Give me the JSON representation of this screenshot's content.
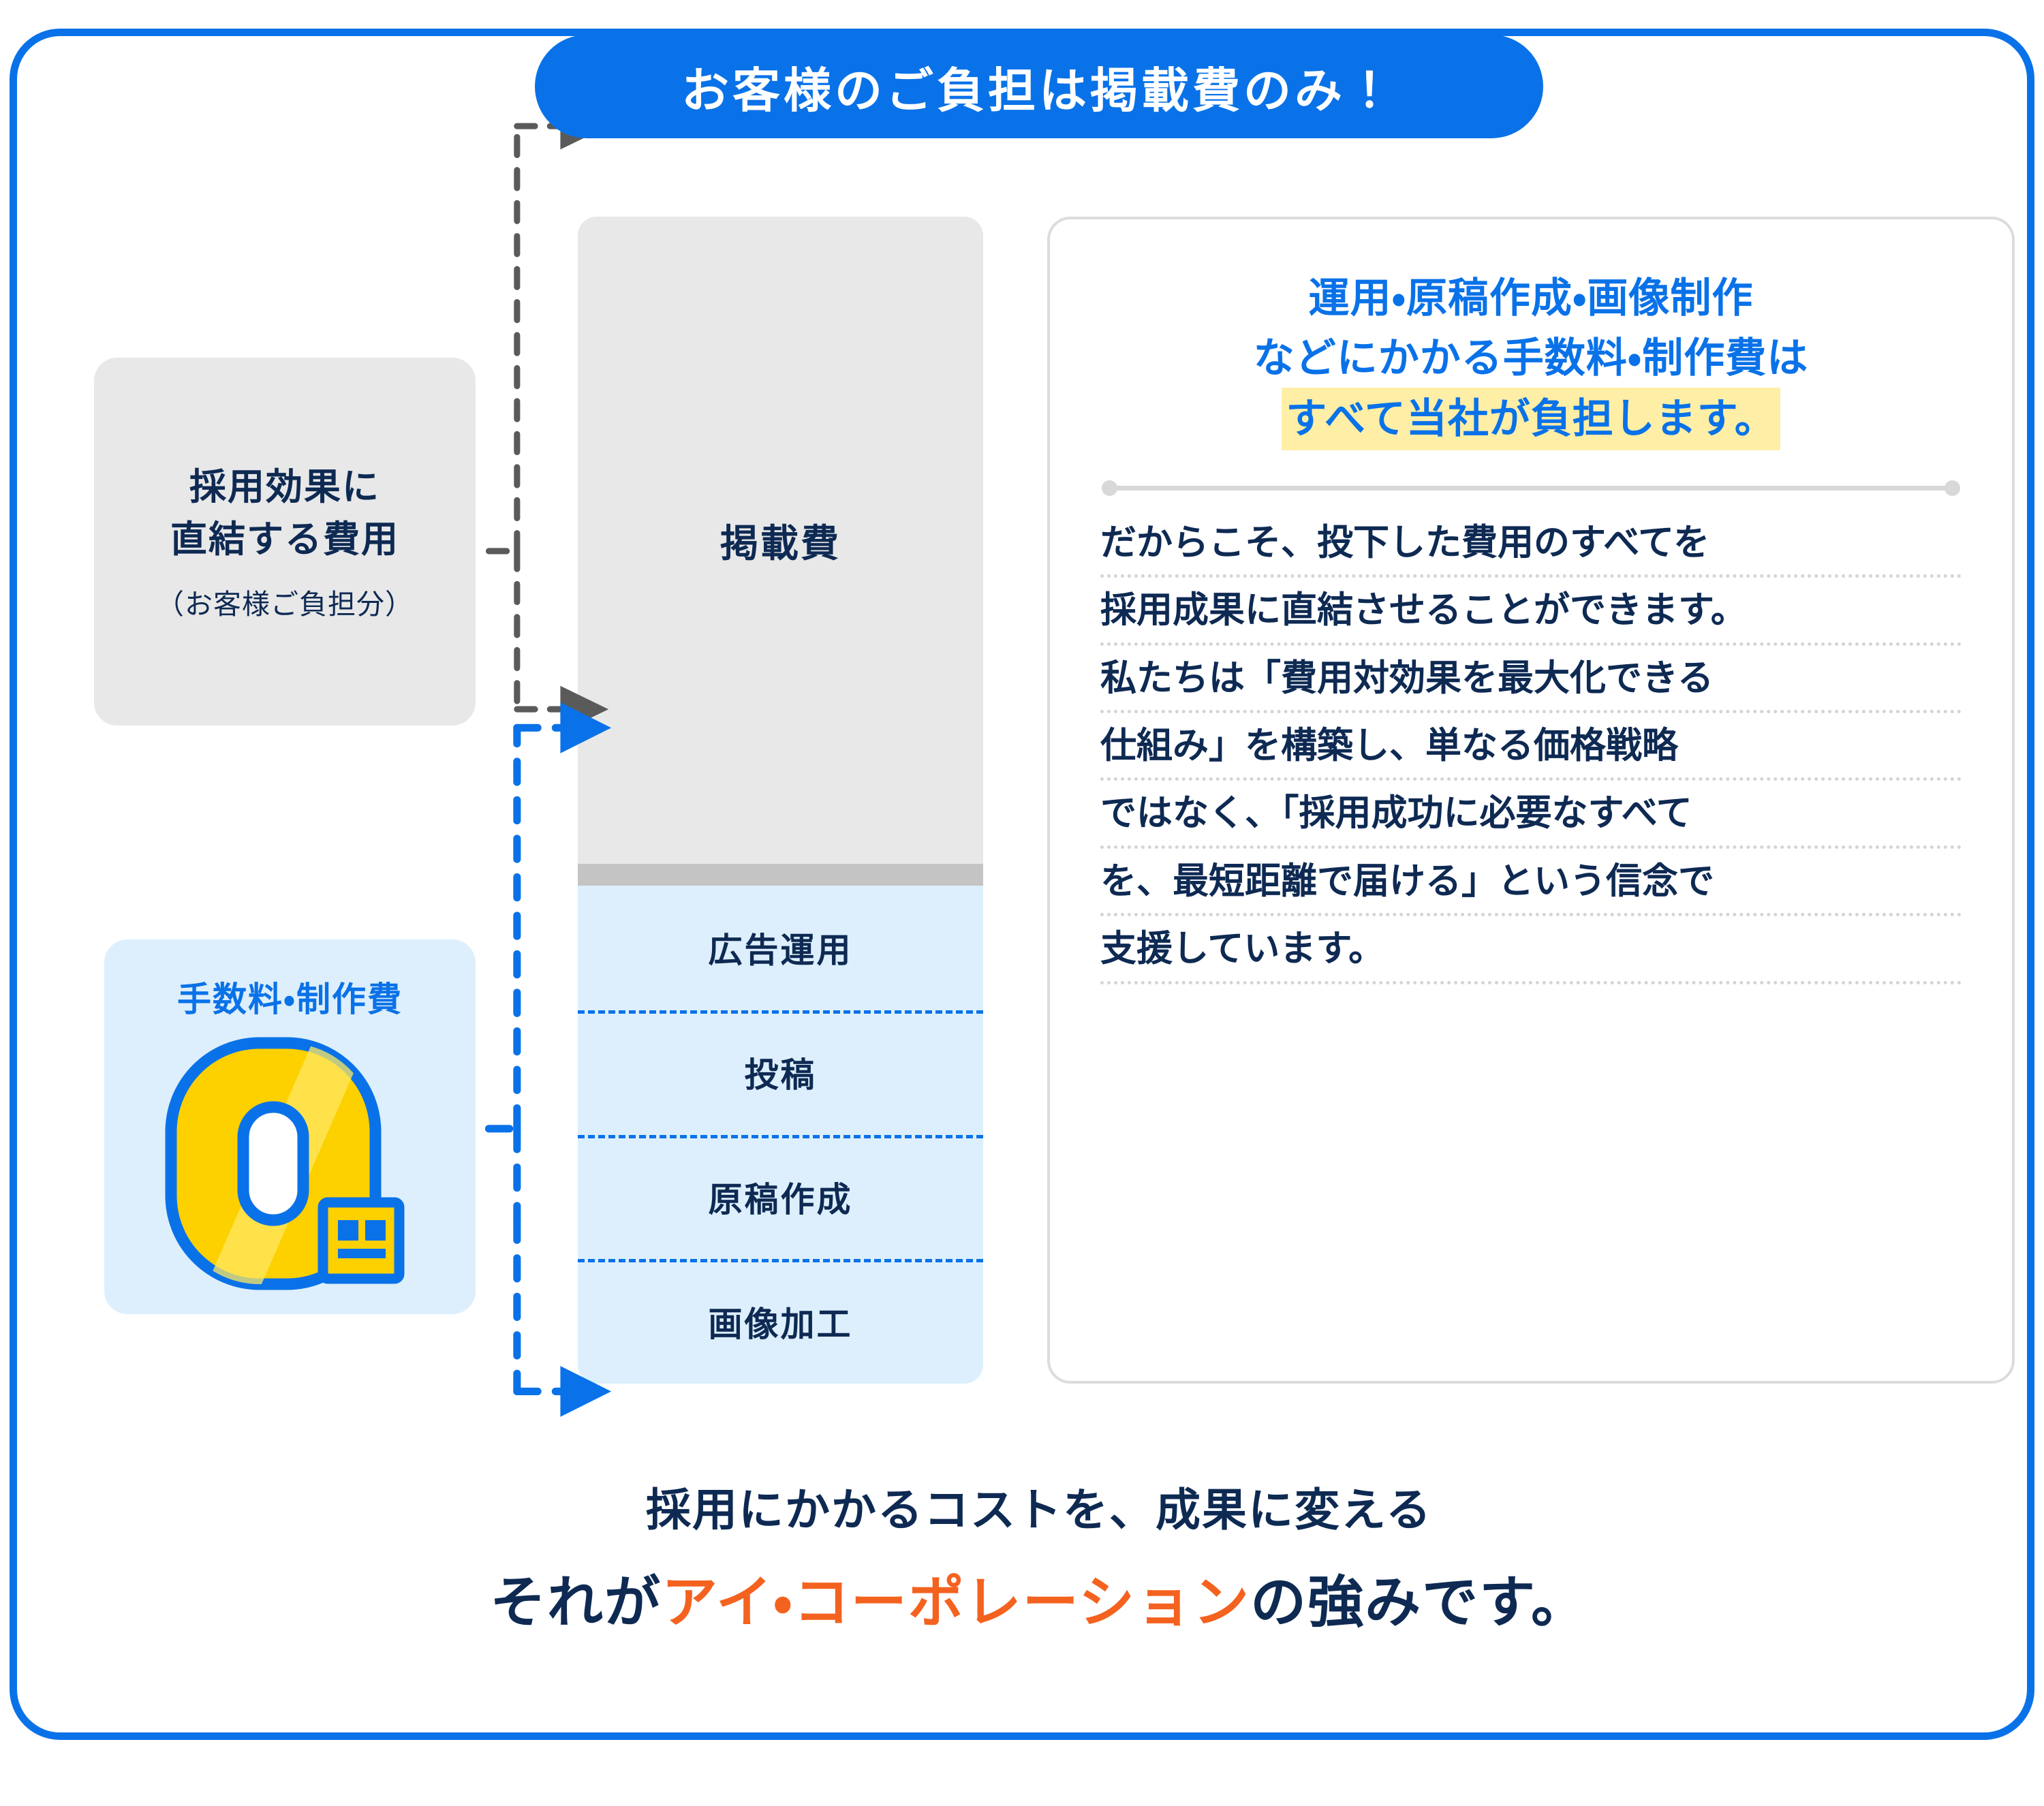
{
  "header": {
    "badge_text": "お客様のご負担は掲載費のみ！"
  },
  "left": {
    "cost_box": {
      "line1": "採用効果に",
      "line2": "直結する費用",
      "sub": "（お客様ご負担分）"
    },
    "zero_box": {
      "caption": "手数料・制作費",
      "amount": "0",
      "unit": "円"
    }
  },
  "stack": {
    "top_label": "掲載費",
    "items": [
      {
        "label": "広告運用"
      },
      {
        "label": "投稿"
      },
      {
        "label": "原稿作成"
      },
      {
        "label": "画像加工"
      }
    ]
  },
  "right_panel": {
    "headline": {
      "line1": "運用・原稿作成・画像制作",
      "line2": "などにかかる手数料・制作費は",
      "line3_highlight": "すべて当社が負担します。"
    },
    "body_lines": [
      "だからこそ、投下した費用のすべてを",
      "採用成果に直結させることができます。",
      "私たちは「費用対効果を最大化できる",
      "仕組み」を構築し、単なる価格戦略",
      "ではなく、「採用成功に必要なすべて",
      "を、最短距離で届ける」という信念で",
      "支援しています。"
    ]
  },
  "tagline": {
    "line1": "採用にかかるコストを、成果に変える",
    "line2_prefix": "それが",
    "line2_brand": "アイ・コーポレーション",
    "line2_suffix": "の強みです。"
  },
  "colors": {
    "primary_blue": "#0a72e8",
    "navy": "#0e2a53",
    "orange": "#f4621f",
    "yellow": "#fdd000",
    "highlight_yellow": "#ffeea6",
    "light_blue_bg": "#ddeffc",
    "gray_bg": "#e8e8e8",
    "gray_divider": "#c4c4c4"
  }
}
